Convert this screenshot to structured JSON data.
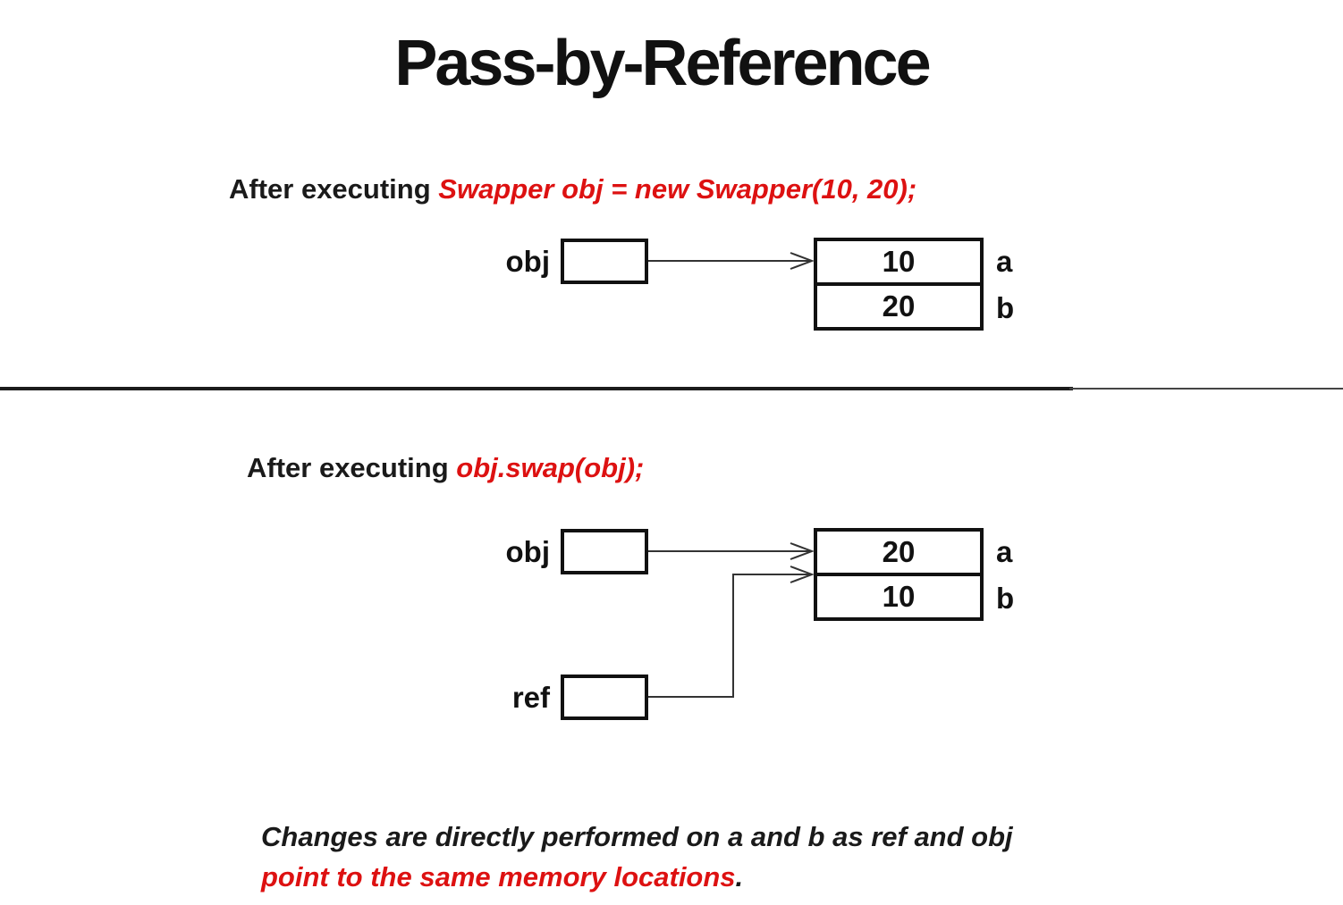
{
  "title": "Pass-by-Reference",
  "colors": {
    "code_red": "#dd1111",
    "text_black": "#1a1a1a"
  },
  "section1": {
    "caption_prefix": "After executing ",
    "caption_code": "Swapper obj = new Swapper(10, 20);",
    "pointer_label": "obj",
    "cells": [
      {
        "value": "10",
        "label": "a"
      },
      {
        "value": "20",
        "label": "b"
      }
    ]
  },
  "section2": {
    "caption_prefix": "After executing ",
    "caption_code": "obj.swap(obj);",
    "pointer_obj_label": "obj",
    "pointer_ref_label": "ref",
    "cells": [
      {
        "value": "20",
        "label": "a"
      },
      {
        "value": "10",
        "label": "b"
      }
    ]
  },
  "footer": {
    "line1": "Changes are directly performed on a and b as ref and obj",
    "line2_red": "point to the same memory locations",
    "line2_period": "."
  }
}
